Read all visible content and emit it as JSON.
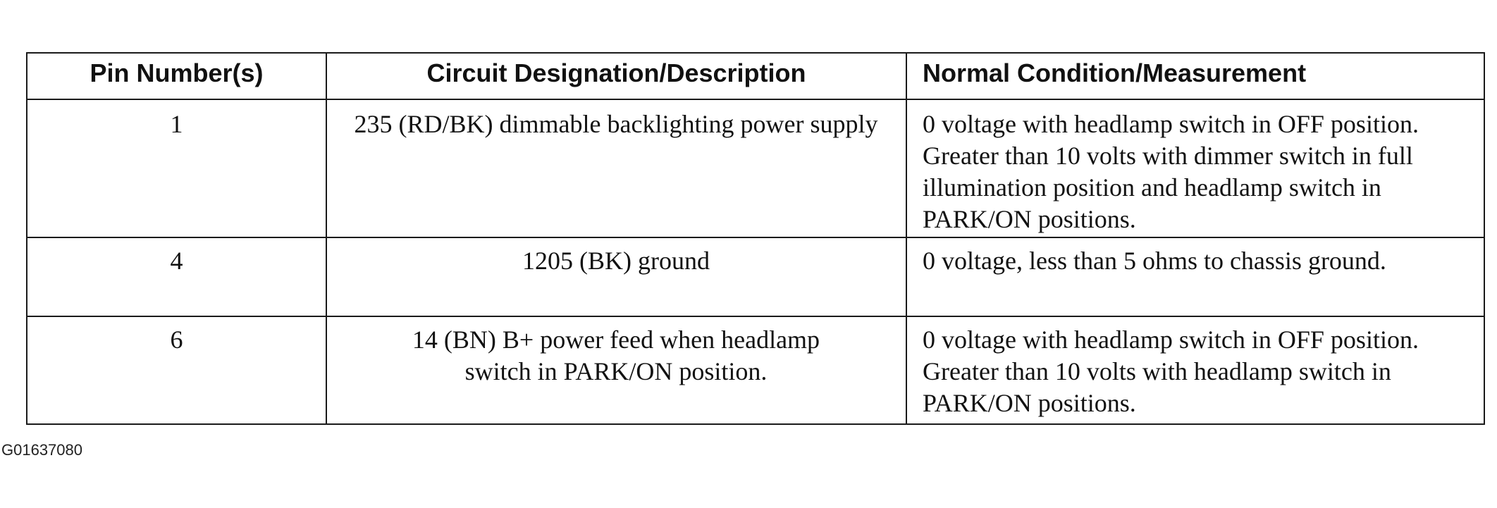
{
  "table": {
    "headers": [
      "Pin Number(s)",
      "Circuit Designation/Description",
      "Normal Condition/Measurement"
    ],
    "rows": [
      {
        "pin": "1",
        "circuit": "235 (RD/BK) dimmable backlighting power supply",
        "condition": "0 voltage with headlamp switch in OFF position. Greater than 10 volts with dimmer switch in full illumination position and headlamp switch in PARK/ON positions."
      },
      {
        "pin": "4",
        "circuit": "1205 (BK) ground",
        "condition": "0 voltage, less than 5 ohms to chassis ground."
      },
      {
        "pin": "6",
        "circuit": "14 (BN) B+ power feed when headlamp switch in PARK/ON position.",
        "condition": "0 voltage with headlamp switch in OFF position. Greater than 10 volts with headlamp switch in PARK/ON positions."
      }
    ]
  },
  "figure_id": "G01637080"
}
